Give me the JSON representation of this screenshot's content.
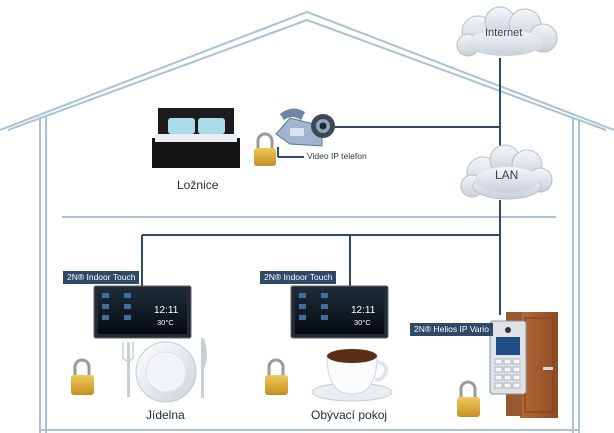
{
  "cloud_internet": {
    "label": "Internet"
  },
  "cloud_lan": {
    "label": "LAN"
  },
  "bedroom": {
    "label": "Ložnice",
    "phone_label": "Video IP telefon"
  },
  "dining": {
    "label": "Jídelna",
    "panel_tag": "2N® Indoor Touch",
    "screen_time": "12:11",
    "screen_temp": "30°C"
  },
  "living": {
    "label": "Obývací pokoj",
    "panel_tag": "2N® Indoor Touch",
    "screen_time": "12:11",
    "screen_temp": "30°C"
  },
  "door": {
    "tag": "2N® Helios IP Vario"
  },
  "colors": {
    "line": "#2f4a68",
    "house": "#a8c2d6",
    "tag_bg": "#2f4a68",
    "lock": "#d9a93a"
  }
}
